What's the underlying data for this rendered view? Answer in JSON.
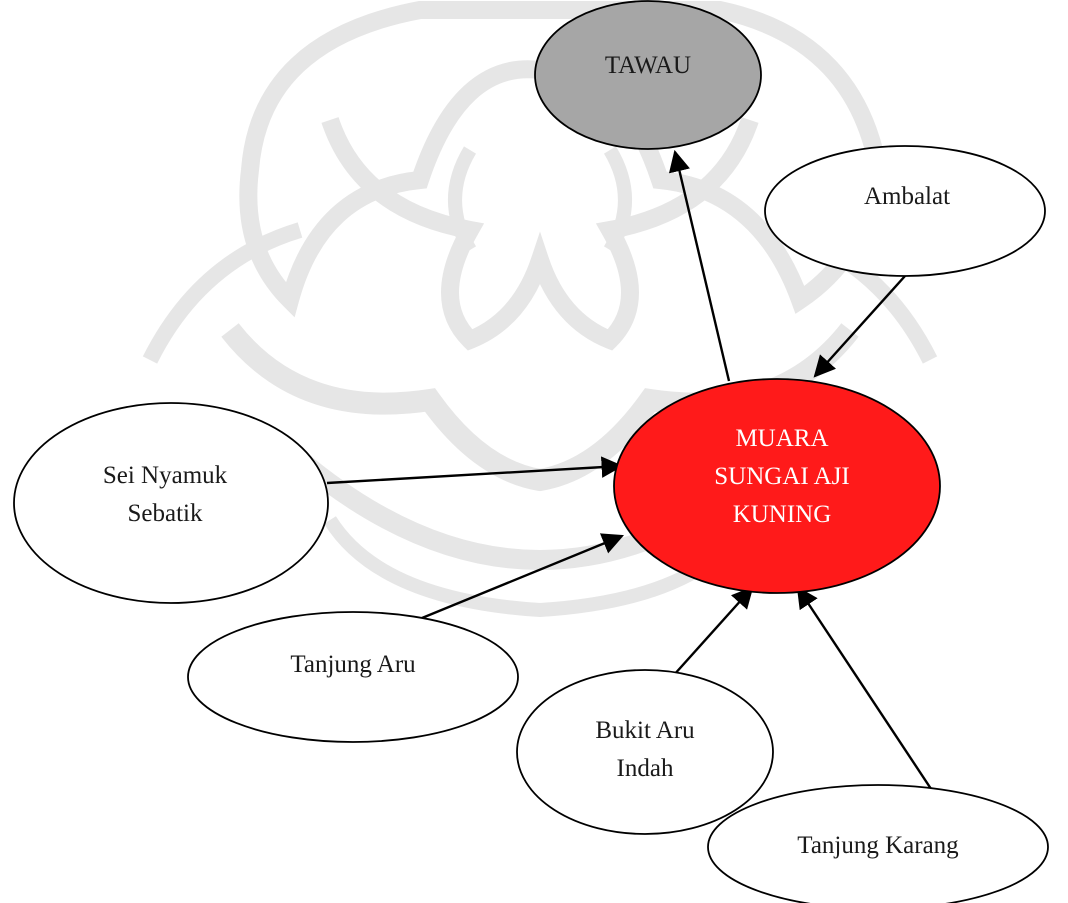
{
  "diagram": {
    "nodes": {
      "tawau": {
        "lines": [
          "TAWAU"
        ],
        "fill": "#a6a6a6",
        "text_color": "#1a1a1a"
      },
      "ambalat": {
        "lines": [
          "Ambalat"
        ],
        "fill": "#ffffff",
        "text_color": "#1a1a1a"
      },
      "muara": {
        "lines": [
          "MUARA",
          "SUNGAI AJI",
          "KUNING"
        ],
        "fill": "#ff1a1a",
        "text_color": "#ffffff"
      },
      "sei_nyamuk": {
        "lines": [
          "Sei Nyamuk",
          "Sebatik"
        ],
        "fill": "#ffffff",
        "text_color": "#1a1a1a"
      },
      "tanjung_aru": {
        "lines": [
          "Tanjung Aru"
        ],
        "fill": "#ffffff",
        "text_color": "#1a1a1a"
      },
      "bukit_aru": {
        "lines": [
          "Bukit Aru",
          "Indah"
        ],
        "fill": "#ffffff",
        "text_color": "#1a1a1a"
      },
      "tanjung_karang": {
        "lines": [
          "Tanjung Karang"
        ],
        "fill": "#ffffff",
        "text_color": "#1a1a1a"
      }
    },
    "edges": [
      {
        "from": "muara",
        "to": "tawau"
      },
      {
        "from": "ambalat",
        "to": "muara"
      },
      {
        "from": "sei_nyamuk",
        "to": "muara"
      },
      {
        "from": "tanjung_aru",
        "to": "muara"
      },
      {
        "from": "bukit_aru",
        "to": "muara"
      },
      {
        "from": "tanjung_karang",
        "to": "muara"
      }
    ],
    "watermark_color": "#e6e6e6"
  }
}
